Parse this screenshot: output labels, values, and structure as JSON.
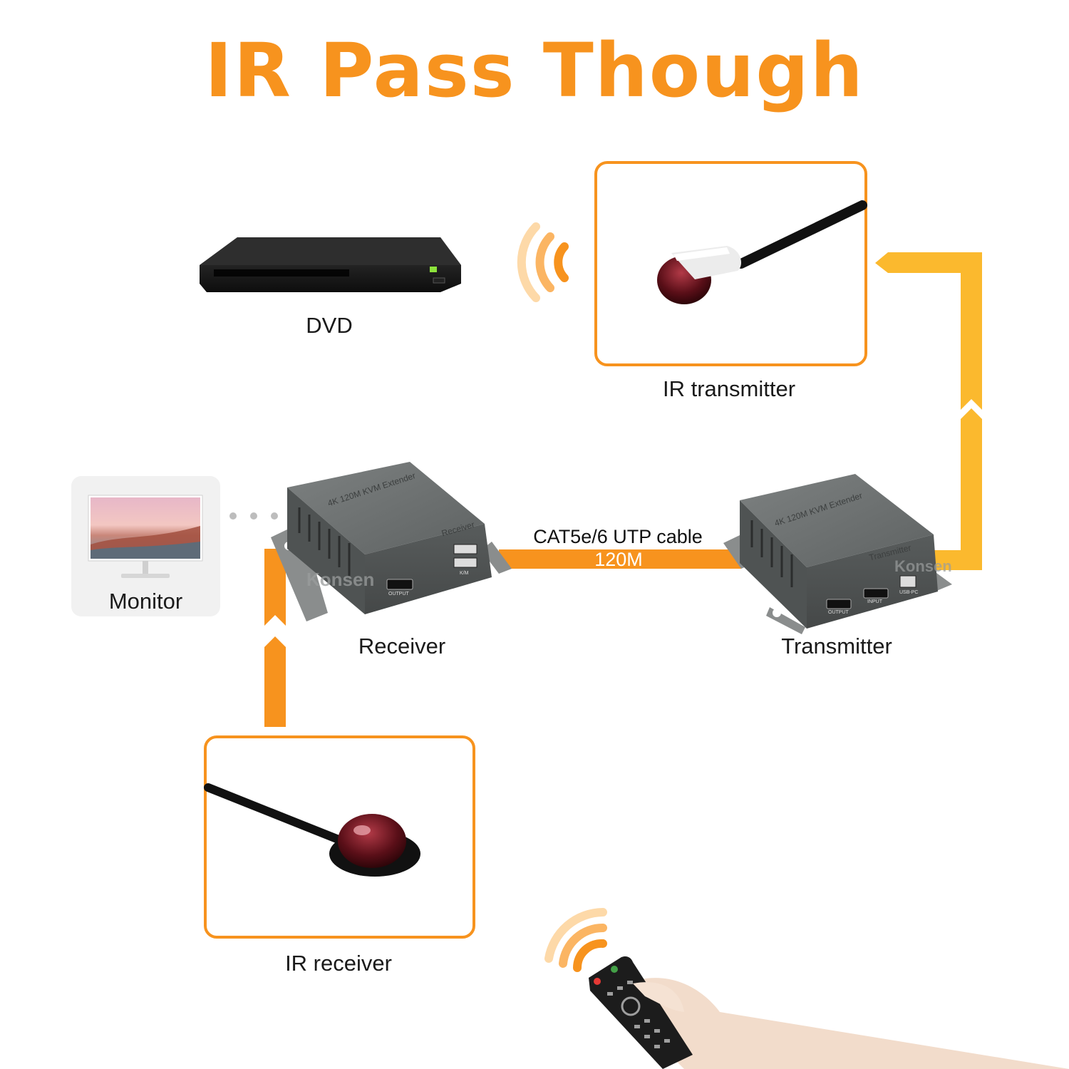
{
  "title": "IR Pass Though",
  "devices": {
    "dvd": "DVD",
    "ir_transmitter": "IR transmitter",
    "monitor": "Monitor",
    "receiver": "Receiver",
    "transmitter": "Transmitter",
    "ir_receiver": "IR receiver"
  },
  "cable": {
    "type": "CAT5e/6 UTP cable",
    "distance": "120M"
  },
  "box_text": {
    "model": "4K 120M KVM Extender",
    "receiver_tag": "Receiver",
    "transmitter_tag": "Transmitter",
    "brand": "Konsen",
    "port_output": "OUTPUT",
    "port_input": "INPUT",
    "port_km": "K/M",
    "port_usb": "USB-PC"
  },
  "colors": {
    "accent": "#f7931e",
    "yellow_path": "#fbb92e",
    "box_grey": "#6f7272"
  }
}
